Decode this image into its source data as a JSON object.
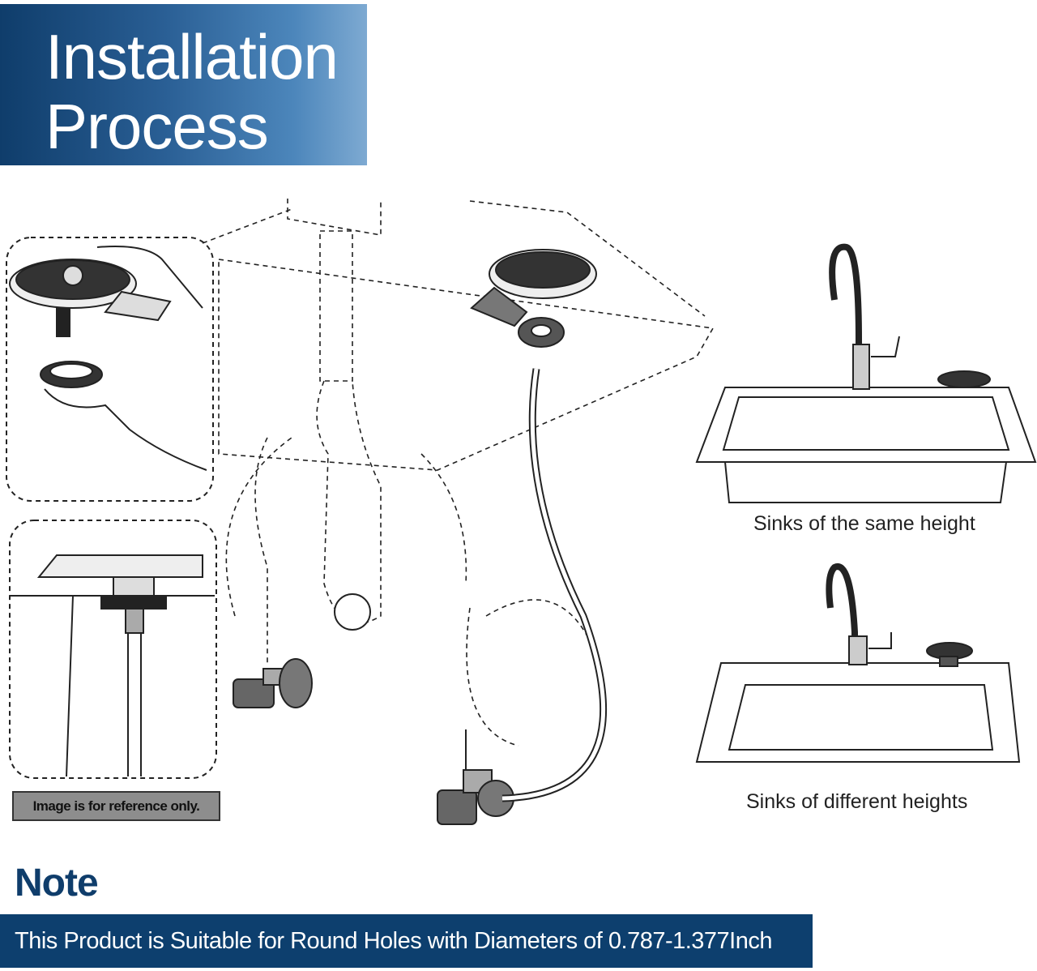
{
  "header": {
    "title_line1": "Installation",
    "title_line2": "Process"
  },
  "reference_label": "Image is for reference only.",
  "captions": {
    "same_height": "Sinks of the same height",
    "different_heights": "Sinks of different heights"
  },
  "note": {
    "title": "Note",
    "text": "This Product is Suitable for Round Holes with Diameters of 0.787-1.377Inch"
  },
  "colors": {
    "banner": "#0f3d6b",
    "note_bar": "#0d3f6e"
  }
}
